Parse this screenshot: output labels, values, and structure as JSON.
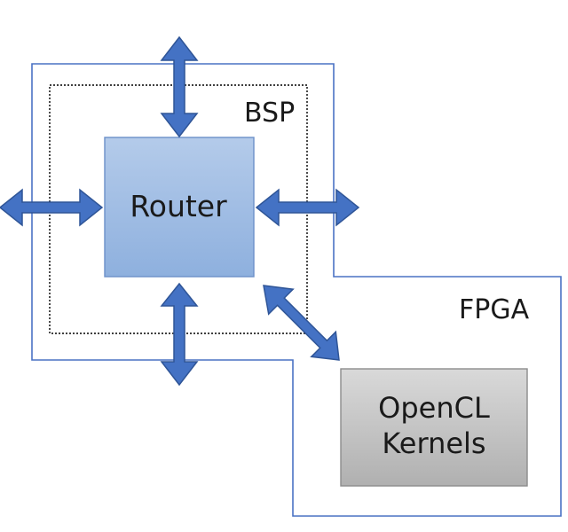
{
  "labels": {
    "bsp": "BSP",
    "fpga": "FPGA",
    "router": "Router",
    "kernels_line1": "OpenCL",
    "kernels_line2": "Kernels"
  },
  "colors": {
    "fpga_outline": "#4a72c4",
    "arrow_fill": "#4472c4",
    "arrow_stroke": "#2f5597",
    "router_top": "#b4cbea",
    "router_bottom": "#8eb0de",
    "router_stroke": "#6b90c9",
    "kernels_top": "#d9d9d9",
    "kernels_bottom": "#b0b0b0",
    "kernels_stroke": "#8c8c8c",
    "bsp_outline": "#000000"
  }
}
